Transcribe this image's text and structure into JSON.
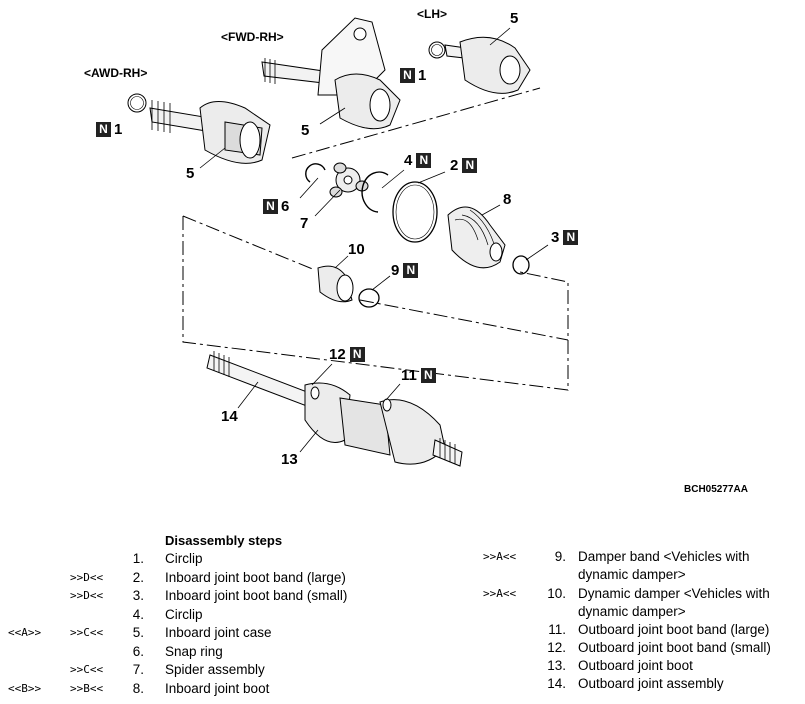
{
  "variants": {
    "awd_rh": "<AWD-RH>",
    "fwd_rh": "<FWD-RH>",
    "lh": "<LH>"
  },
  "callouts": [
    {
      "num": "1",
      "n": true
    },
    {
      "num": "1",
      "n": true
    },
    {
      "num": "5",
      "n": false
    },
    {
      "num": "5",
      "n": false
    },
    {
      "num": "5",
      "n": false
    },
    {
      "num": "6",
      "n": true
    },
    {
      "num": "7",
      "n": false
    },
    {
      "num": "4",
      "n": true
    },
    {
      "num": "2",
      "n": true
    },
    {
      "num": "8",
      "n": false
    },
    {
      "num": "3",
      "n": true
    },
    {
      "num": "10",
      "n": false
    },
    {
      "num": "9",
      "n": true
    },
    {
      "num": "12",
      "n": true
    },
    {
      "num": "11",
      "n": true
    },
    {
      "num": "14",
      "n": false
    },
    {
      "num": "13",
      "n": false
    }
  ],
  "n_symbol": "N",
  "figure_code": "BCH05277AA",
  "steps_title": "Disassembly steps",
  "steps_left": [
    {
      "m1": "",
      "m2": "",
      "num": "1.",
      "text": "Circlip"
    },
    {
      "m1": "",
      "m2": ">>D<<",
      "num": "2.",
      "text": "Inboard joint boot band (large)"
    },
    {
      "m1": "",
      "m2": ">>D<<",
      "num": "3.",
      "text": "Inboard joint boot band (small)"
    },
    {
      "m1": "",
      "m2": "",
      "num": "4.",
      "text": "Circlip"
    },
    {
      "m1": "<<A>>",
      "m2": ">>C<<",
      "num": "5.",
      "text": "Inboard joint case"
    },
    {
      "m1": "",
      "m2": "",
      "num": "6.",
      "text": "Snap ring"
    },
    {
      "m1": "",
      "m2": ">>C<<",
      "num": "7.",
      "text": "Spider assembly"
    },
    {
      "m1": "<<B>>",
      "m2": ">>B<<",
      "num": "8.",
      "text": "Inboard joint boot"
    }
  ],
  "steps_right": [
    {
      "m": ">>A<<",
      "num": "9.",
      "text": "Damper band <Vehicles with",
      "text2": "dynamic damper>"
    },
    {
      "m": ">>A<<",
      "num": "10.",
      "text": "Dynamic damper <Vehicles with",
      "text2": "dynamic damper>"
    },
    {
      "m": "",
      "num": "11.",
      "text": "Outboard joint boot band (large)",
      "text2": ""
    },
    {
      "m": "",
      "num": "12.",
      "text": "Outboard joint boot band (small)",
      "text2": ""
    },
    {
      "m": "",
      "num": "13.",
      "text": "Outboard joint boot",
      "text2": ""
    },
    {
      "m": "",
      "num": "14.",
      "text": "Outboard joint assembly",
      "text2": ""
    }
  ]
}
